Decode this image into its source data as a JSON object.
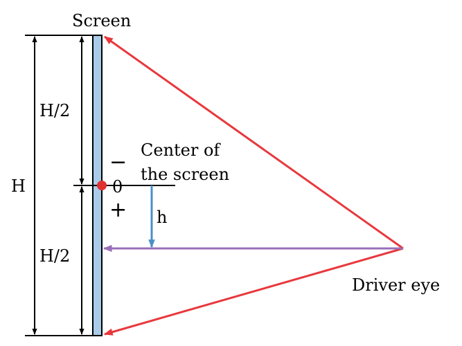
{
  "labels": {
    "screen": "Screen",
    "height_total": "H",
    "half_top": "H/2",
    "half_bottom": "H/2",
    "center_line1": "Center of",
    "center_line2": "the screen",
    "zero": "0",
    "minus": "−",
    "plus": "+",
    "offset": "h",
    "driver_eye": "Driver eye"
  },
  "colors": {
    "screen_fill": "#a9cce8",
    "sight_lines": "#e8383d",
    "horizontal_line": "#9a6fb8",
    "offset_arrow": "#4a90c8",
    "center_dot": "#e03030",
    "dimension_lines": "#000000"
  }
}
